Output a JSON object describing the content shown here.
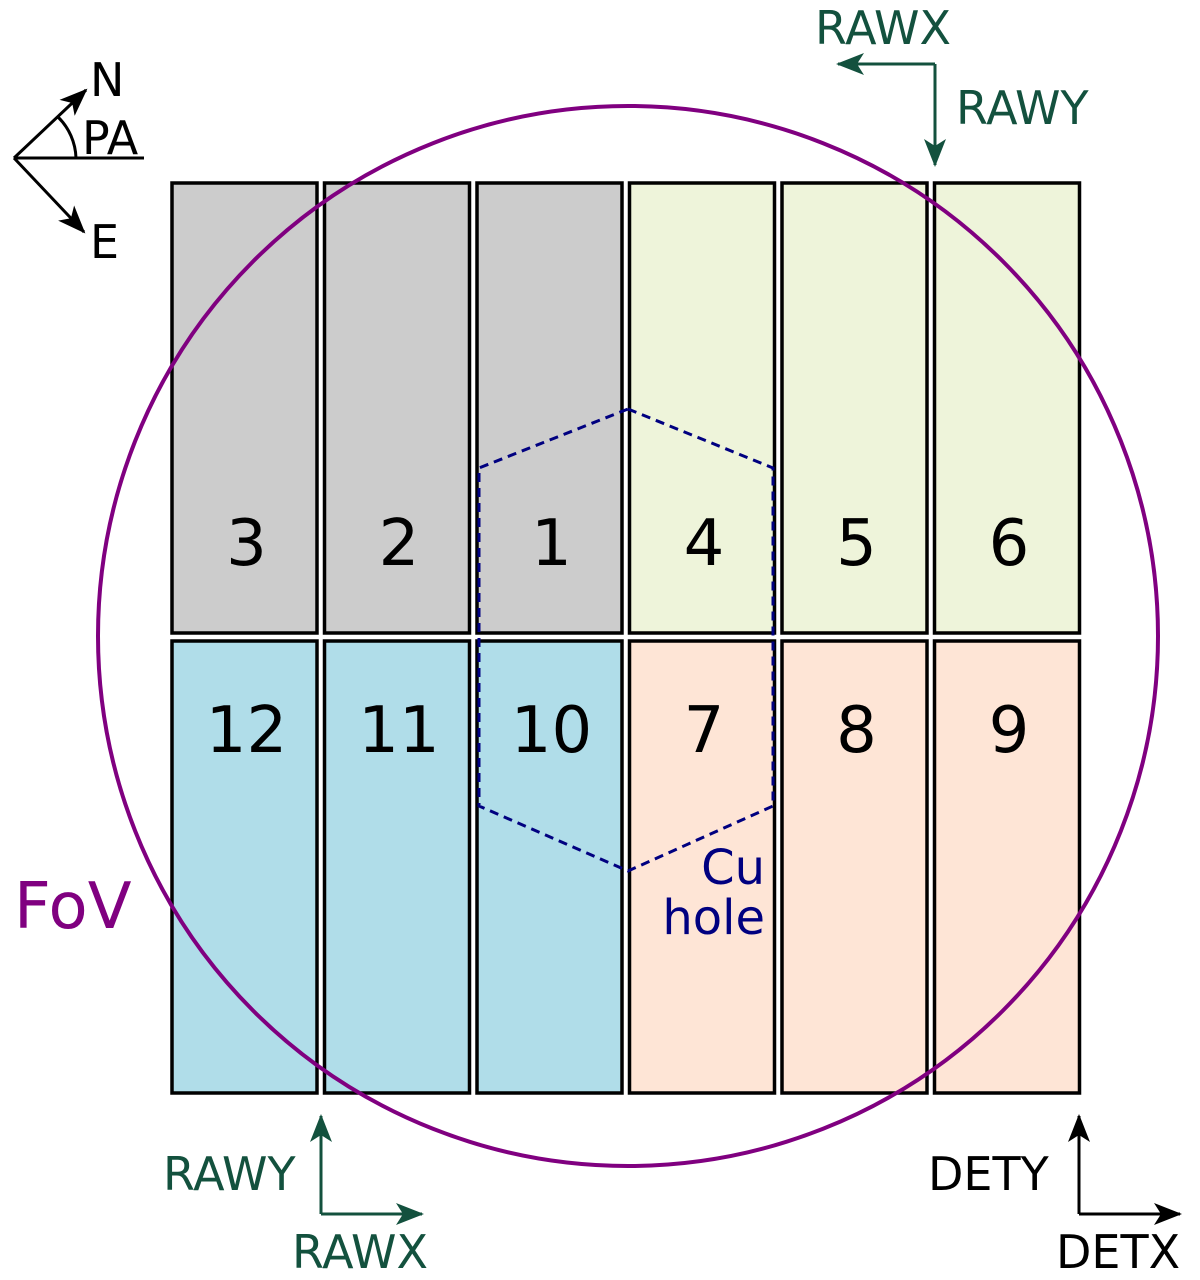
{
  "colors": {
    "gray": "#cccccc",
    "green": "#eef4da",
    "blue": "#b0dde9",
    "peach": "#fee5d6",
    "fov": "#800080",
    "cu_hole": "#000080",
    "raw_axes": "#13513e",
    "det_axes": "#000000"
  },
  "compass": {
    "north": "N",
    "east": "E",
    "position_angle": "PA"
  },
  "fov_label": "FoV",
  "cu_hole_label_line1": "Cu",
  "cu_hole_label_line2": "hole",
  "raw_axes_top": {
    "x_label": "RAWX",
    "y_label": "RAWY"
  },
  "raw_axes_bottom": {
    "x_label": "RAWX",
    "y_label": "RAWY"
  },
  "det_axes": {
    "x_label": "DETX",
    "y_label": "DETY"
  },
  "ccds": [
    {
      "id": "3",
      "row": 0,
      "col": 0,
      "color_key": "gray"
    },
    {
      "id": "2",
      "row": 0,
      "col": 1,
      "color_key": "gray"
    },
    {
      "id": "1",
      "row": 0,
      "col": 2,
      "color_key": "gray"
    },
    {
      "id": "4",
      "row": 0,
      "col": 3,
      "color_key": "green"
    },
    {
      "id": "5",
      "row": 0,
      "col": 4,
      "color_key": "green"
    },
    {
      "id": "6",
      "row": 0,
      "col": 5,
      "color_key": "green"
    },
    {
      "id": "12",
      "row": 1,
      "col": 0,
      "color_key": "blue"
    },
    {
      "id": "11",
      "row": 1,
      "col": 1,
      "color_key": "blue"
    },
    {
      "id": "10",
      "row": 1,
      "col": 2,
      "color_key": "blue"
    },
    {
      "id": "7",
      "row": 1,
      "col": 3,
      "color_key": "peach"
    },
    {
      "id": "8",
      "row": 1,
      "col": 4,
      "color_key": "peach"
    },
    {
      "id": "9",
      "row": 1,
      "col": 5,
      "color_key": "peach"
    }
  ]
}
